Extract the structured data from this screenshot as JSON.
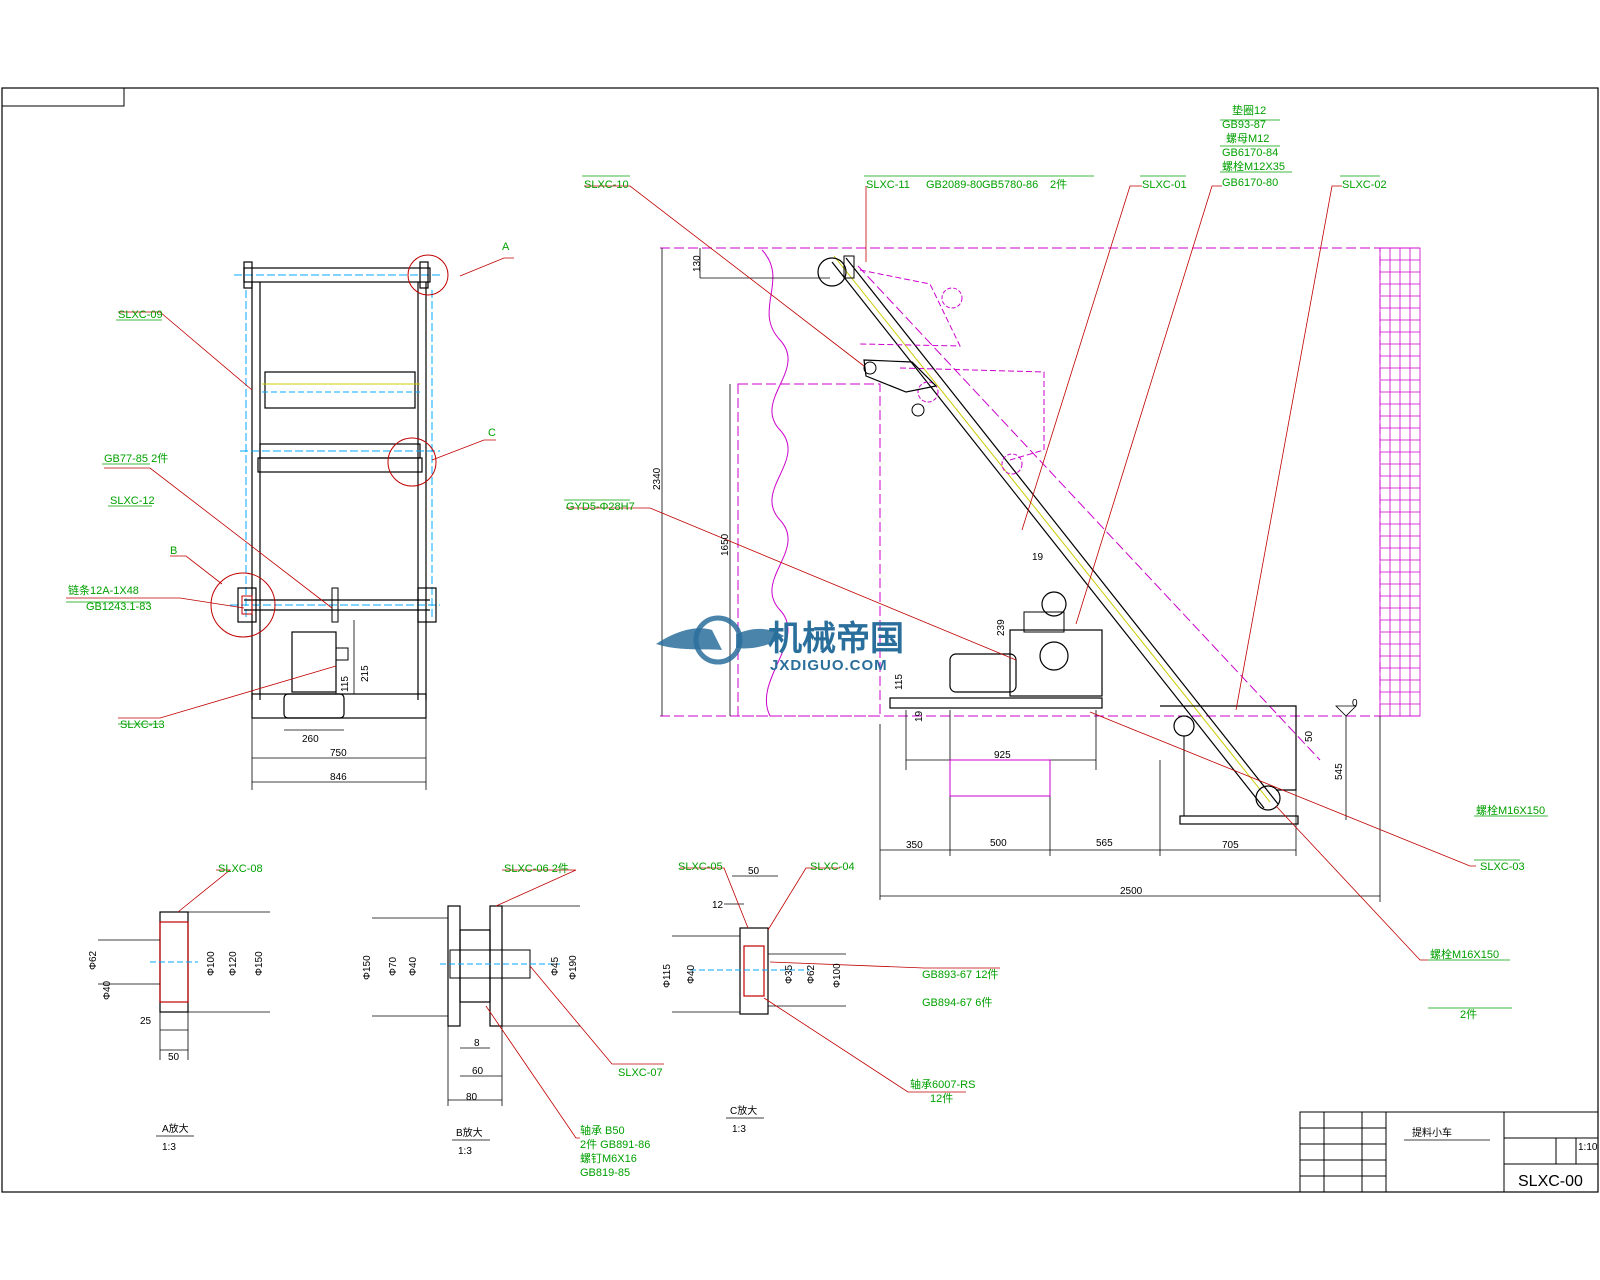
{
  "labels": {
    "slxc09": "SLXC-09",
    "bolt_m8": "GB77-85 2件",
    "slxc12": "SLXC-12",
    "chain": "链条12A-1X48",
    "chain_std": "GB1243.1-83",
    "slxc13": "SLXC-13",
    "slxc10": "SLXC-10",
    "slxc11": "SLXC-11",
    "gb2089": "GB2089-80",
    "gb5780": "GB5780-86",
    "qty2": "2件",
    "slxc01": "SLXC-01",
    "m12a": "垫圈12",
    "gb93": "GB93-87",
    "m12b": "螺母M12",
    "gb6170a": "GB6170-84",
    "m12x35": "螺栓M12X35",
    "gb6170b": "GB6170-80",
    "slxc02": "SLXC-02",
    "gyd5": "GYD5-Φ28H7",
    "m16x150a": "螺栓M16X150",
    "slxc03": "SLXC-03",
    "m16x150b": "螺栓M16X150",
    "limit": "2件",
    "slxc08": "SLXC-08",
    "slxc06": "SLXC-06  2件",
    "slxc05": "SLXC-05",
    "slxc04": "SLXC-04",
    "gb893": "GB893-67  12件",
    "gb894": "GB894-67  6件",
    "bearing": "轴承6007-RS",
    "bearing_qty": "12件",
    "slxc07": "SLXC-07",
    "b50": "轴承 B50",
    "gb891": "2件 GB891-86",
    "m6": "螺钉M6X16",
    "gb819": "GB819-85",
    "view_a": "A放大",
    "view_b": "B放大",
    "view_c": "C放大",
    "scale_13": "1:3",
    "mark_a": "A",
    "mark_b": "B",
    "mark_c": "C"
  },
  "dims": {
    "d750": "750",
    "d846": "846",
    "d260": "260",
    "d215": "215",
    "d115a": "115",
    "d2340": "2340",
    "d1650": "1650",
    "d130": "130",
    "d239": "239",
    "d115b": "115",
    "d19": "19",
    "d925": "925",
    "d350": "350",
    "d500": "500",
    "d565": "565",
    "d705": "705",
    "d2500": "2500",
    "d545": "545",
    "d50": "50",
    "d0": "0",
    "d19b": "19"
  },
  "details": {
    "a_62": "Φ62",
    "a_40": "Φ40",
    "a_100": "Φ100",
    "a_120": "Φ120",
    "a_150": "Φ150",
    "a_25": "25",
    "a_50": "50",
    "b_150": "Φ150",
    "b_70": "Φ70",
    "b_40": "Φ40",
    "b_45": "Φ45",
    "b_190": "Φ190",
    "b_8": "8",
    "b_60": "60",
    "b_80": "80",
    "c_50": "50",
    "c_12": "12",
    "c_115": "Φ115",
    "c_40": "Φ40",
    "c_35": "Φ35",
    "c_62": "Φ62",
    "c_100": "Φ100"
  },
  "watermark": {
    "cn": "机械帝国",
    "en": "JXDIGUO.COM"
  },
  "title_block": {
    "name": "提料小车",
    "drawing_no": "SLXC-00",
    "scale": "1:10"
  },
  "colors": {
    "green": "#00a000",
    "red": "#c00000",
    "cyan": "#00aaff",
    "magenta": "#cc00cc",
    "yellow": "#cccc00",
    "black": "#000000"
  }
}
